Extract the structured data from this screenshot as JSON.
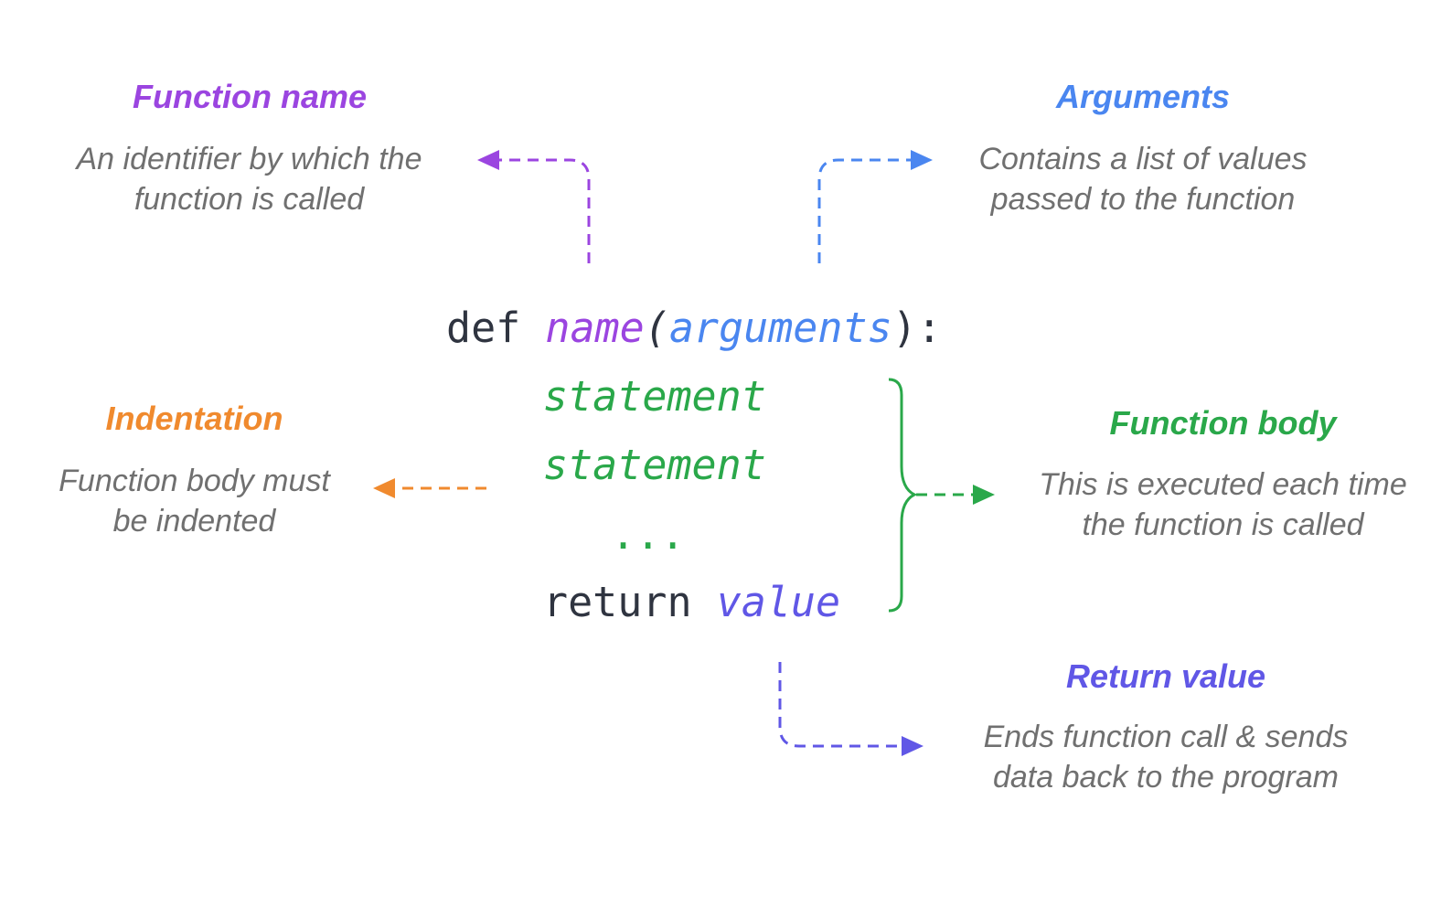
{
  "colors": {
    "function_name": "#9b45e0",
    "arguments": "#4a86f0",
    "indentation": "#f08a2e",
    "function_body": "#2aa84a",
    "return_value": "#6057e6",
    "code_keyword": "#2f3440",
    "description": "#707070"
  },
  "annotations": {
    "function_name": {
      "title": "Function name",
      "line1": "An identifier by which the",
      "line2": "function is called"
    },
    "arguments": {
      "title": "Arguments",
      "line1": "Contains a list of values",
      "line2": "passed to the function"
    },
    "indentation": {
      "title": "Indentation",
      "line1": "Function body must",
      "line2": "be indented"
    },
    "function_body": {
      "title": "Function body",
      "line1": "This is executed each time",
      "line2": "the function is called"
    },
    "return_value": {
      "title": "Return value",
      "line1": "Ends function call & sends",
      "line2": "data back to the program"
    }
  },
  "code": {
    "def_keyword": "def",
    "name": "name",
    "open_paren": "(",
    "arguments": "arguments",
    "close_paren_colon": "):",
    "statement1": "statement",
    "statement2": "statement",
    "ellipsis": "...",
    "return_keyword": "return",
    "value": "value"
  }
}
